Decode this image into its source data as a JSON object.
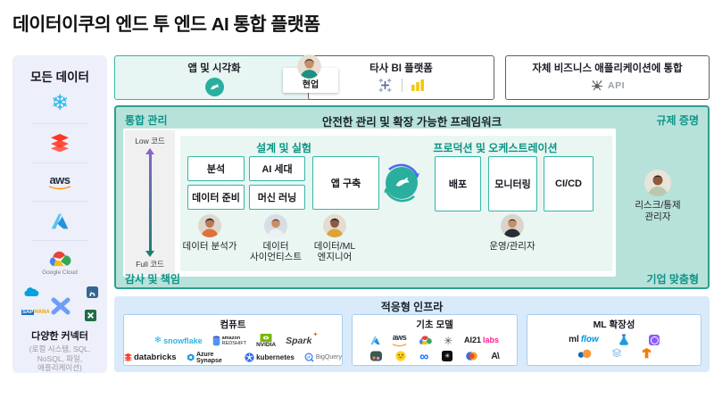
{
  "title": "데이터이쿠의 엔드 투 엔드 AI 통합 플랫폼",
  "sidebar": {
    "title": "모든 데이터",
    "logos": {
      "snowflake": {
        "name": "snowflake-icon"
      },
      "databricks": {
        "name": "databricks-icon"
      },
      "aws": {
        "name": "aws-icon",
        "text": "aws"
      },
      "azure": {
        "name": "azure-icon"
      },
      "google_cloud": {
        "name": "google-cloud-icon",
        "caption": "Google Cloud"
      },
      "sap_hana": {
        "name": "sap-hana-icon",
        "text_a": "SAP",
        "text_b": "HANA"
      }
    },
    "connectors": {
      "title": "다양한 커넥터",
      "caption": "(로컬 시스템, SQL,\nNoSQL, 파일,\n애플리케이션)"
    }
  },
  "top_row": {
    "apps_box": {
      "label": "앱 및 시각화"
    },
    "business_user": {
      "label": "현업"
    },
    "bi_box": {
      "label": "타사 BI 플랫폼"
    },
    "api_box": {
      "label": "자체 비즈니스 애플리케이션에 통합",
      "api_label": "API"
    }
  },
  "framework": {
    "left_label": "통합 관리",
    "center_label": "안전한 관리 및 확장 가능한 프레임워크",
    "right_label": "규제 증명",
    "code_scale": {
      "top": "Low 코드",
      "bottom": "Full 코드"
    },
    "design": {
      "title": "설계 및 실험",
      "boxes": [
        "분석",
        "AI 세대",
        "데이터 준비",
        "머신 러닝",
        "앱 구축"
      ],
      "roles": [
        "데이터 분석가",
        "데이터\n사이언티스트",
        "데이터/ML\n엔지니어"
      ]
    },
    "production": {
      "title": "프로덕션 및 오케스트레이션",
      "boxes": [
        "배포",
        "모니터링",
        "CI/CD"
      ],
      "role": "운영/관리자"
    },
    "risk_role": "리스크/통제\n관리자",
    "bottom_left_label": "감사 및 책임",
    "bottom_right_label": "기업 맞춤형"
  },
  "infrastructure": {
    "title": "적응형 인프라",
    "compute": {
      "title": "컴퓨트",
      "logos": {
        "snowflake": "snowflake",
        "redshift_line1": "amazon",
        "redshift_line2": "REDSHIFT",
        "nvidia": "NVIDIA",
        "spark": "Spark",
        "databricks": "databricks",
        "azure_synapse": "Azure Synapse",
        "kubernetes": "kubernetes",
        "bigquery": "BigQuery"
      }
    },
    "foundation": {
      "title": "기초 모델",
      "aws_text": "aws",
      "ai21_a": "AI21",
      "ai21_b": "labs",
      "anthropic_glyph": "A\\"
    },
    "ml": {
      "title": "ML 확장성",
      "mlflow_a": "ml",
      "mlflow_b": "flow"
    }
  }
}
